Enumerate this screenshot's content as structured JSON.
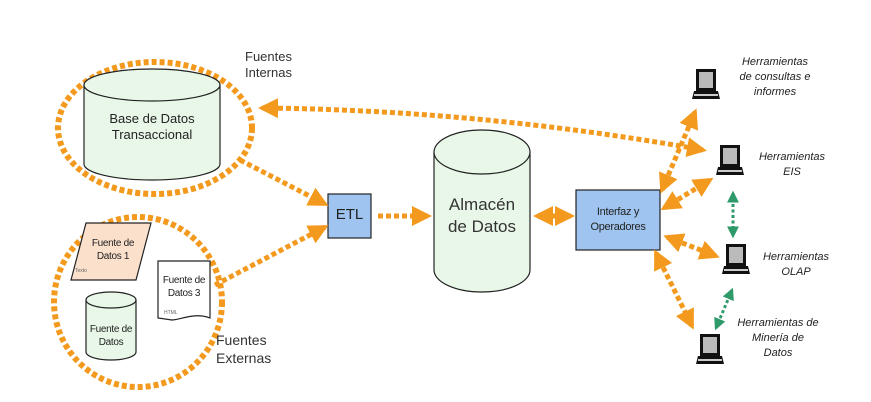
{
  "diagram": {
    "colors": {
      "dotted_arrow": "#f39a1e",
      "green_dotted_arrow": "#2e9a6a",
      "cylinder_fill": "#e8f7e8",
      "box_fill": "#9ec4ef",
      "source1_fill": "#fbe0cc",
      "outline": "#222222"
    },
    "groups": {
      "internal": {
        "label_line1": "Fuentes",
        "label_line2": "Internas"
      },
      "external": {
        "label_line1": "Fuentes",
        "label_line2": "Externas"
      }
    },
    "nodes": {
      "base_transaccional": {
        "line1": "Base de Datos",
        "line2": "Transaccional"
      },
      "fuente1": {
        "line1": "Fuente de",
        "line2": "Datos 1",
        "tag": "Texto"
      },
      "fuente3": {
        "line1": "Fuente de",
        "line2": "Datos 3",
        "tag": "HTML"
      },
      "fuente2": {
        "line1": "Fuente de",
        "line2": "Datos"
      },
      "etl": {
        "label": "ETL"
      },
      "almacen": {
        "line1": "Almacén",
        "line2": "de Datos"
      },
      "interfaz": {
        "line1": "Interfaz y",
        "line2": "Operadores"
      }
    },
    "tools": [
      {
        "line1": "Herramientas",
        "line2": "de consultas e",
        "line3": "informes"
      },
      {
        "line1": "Herramientas",
        "line2": "EIS"
      },
      {
        "line1": "Herramientas",
        "line2": "OLAP"
      },
      {
        "line1": "Herramientas de",
        "line2": "Minería de",
        "line3": "Datos"
      }
    ]
  }
}
